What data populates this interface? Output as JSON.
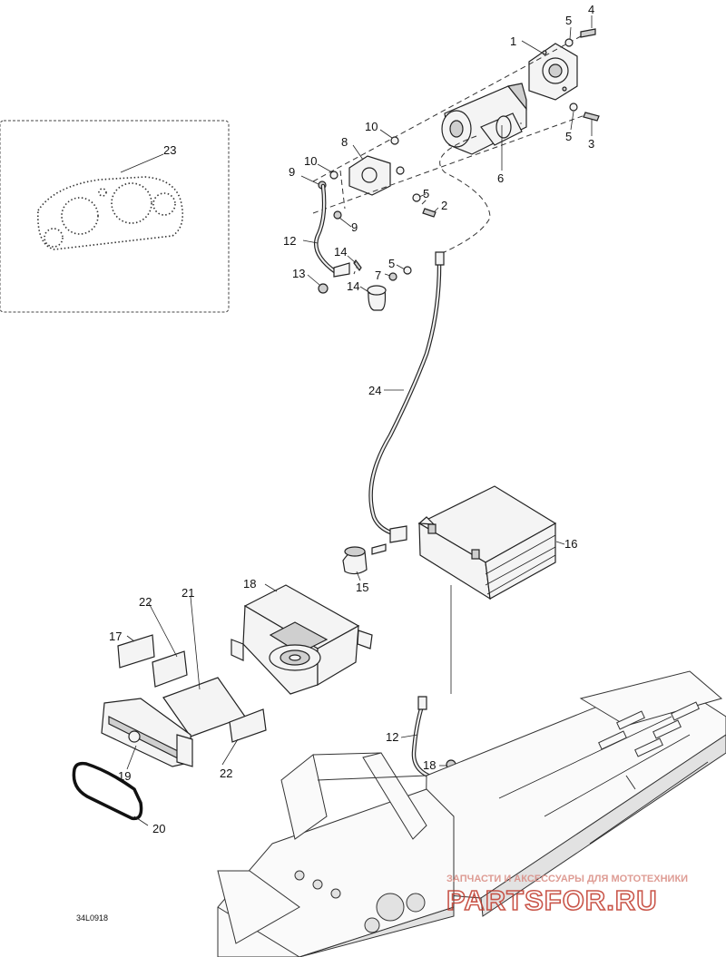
{
  "diagram_code": "34L0918",
  "callouts": {
    "c1": "1",
    "c2": "2",
    "c3": "3",
    "c4": "4",
    "c5a": "5",
    "c5b": "5",
    "c5c": "5",
    "c5d": "5",
    "c6": "6",
    "c7": "7",
    "c8": "8",
    "c9a": "9",
    "c9b": "9",
    "c10a": "10",
    "c10b": "10",
    "c12a": "12",
    "c12b": "12",
    "c13": "13",
    "c14a": "14",
    "c14b": "14",
    "c15": "15",
    "c16": "16",
    "c17": "17",
    "c18a": "18",
    "c18b": "18",
    "c19": "19",
    "c20": "20",
    "c21": "21",
    "c22a": "22",
    "c22b": "22",
    "c23": "23",
    "c24": "24"
  },
  "watermark": {
    "tagline": "ЗАПЧАСТИ И АКСЕССУАРЫ ДЛЯ МОТОТЕХНИКИ",
    "brand": "PARTSFOR.RU",
    "color": "#c0392b"
  }
}
